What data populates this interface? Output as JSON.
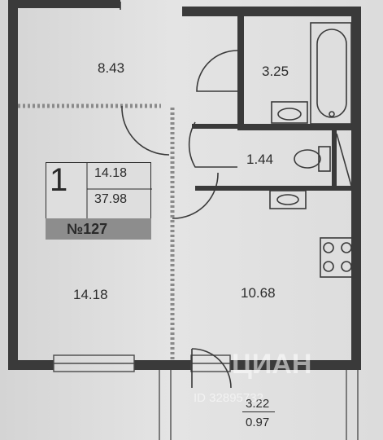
{
  "rooms": {
    "hall": "8.43",
    "bathroom": "3.25",
    "toilet": "1.44",
    "room": "14.18",
    "kitchen": "10.68"
  },
  "legend": {
    "rooms_count": "1",
    "living_area": "14.18",
    "total_area": "37.98",
    "apartment_number": "№127"
  },
  "balcony": {
    "area": "3.22",
    "factor": "0.97"
  },
  "watermark": {
    "brand": "ЦИАН",
    "id": "ID 32895732"
  }
}
